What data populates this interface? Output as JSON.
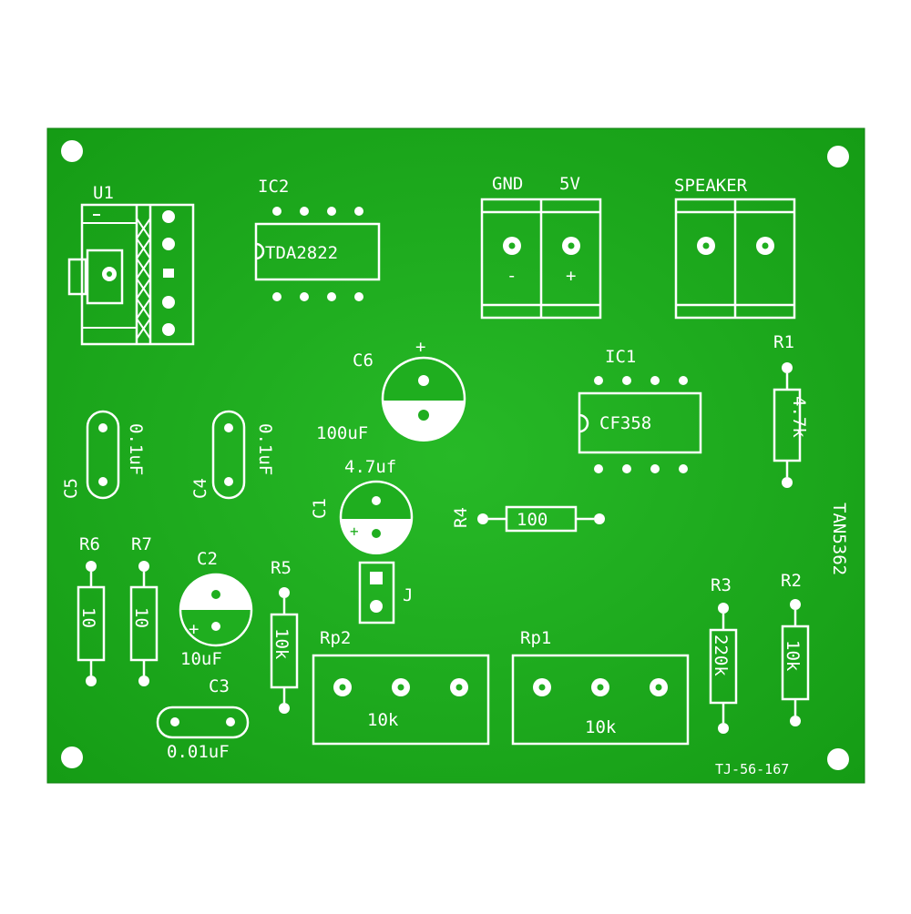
{
  "board": {
    "board_id": "TAN5362",
    "board_code": "TJ-56-167"
  },
  "components": {
    "u1": {
      "ref": "U1"
    },
    "ic2": {
      "ref": "IC2",
      "value": "TDA2822"
    },
    "power": {
      "gnd": "GND",
      "v5": "5V",
      "minus": "-",
      "plus": "+"
    },
    "speaker": {
      "ref": "SPEAKER"
    },
    "c6": {
      "ref": "C6",
      "value": "100uF",
      "polarity": "+"
    },
    "ic1": {
      "ref": "IC1",
      "value": "CF358"
    },
    "r1": {
      "ref": "R1",
      "value": "4.7k"
    },
    "c5": {
      "ref": "C5",
      "value": "0.1uF"
    },
    "c4": {
      "ref": "C4",
      "value": "0.1uF"
    },
    "c1": {
      "ref": "C1",
      "value": "4.7uf",
      "polarity": "+"
    },
    "r4": {
      "ref": "R4",
      "value": "100"
    },
    "j": {
      "ref": "J"
    },
    "r6": {
      "ref": "R6",
      "value": "10"
    },
    "r7": {
      "ref": "R7",
      "value": "10"
    },
    "c2": {
      "ref": "C2",
      "value": "10uF",
      "polarity": "+"
    },
    "r5": {
      "ref": "R5",
      "value": "10k"
    },
    "rp2": {
      "ref": "Rp2",
      "value": "10k"
    },
    "rp1": {
      "ref": "Rp1",
      "value": "10k"
    },
    "r3": {
      "ref": "R3",
      "value": "220k"
    },
    "r2": {
      "ref": "R2",
      "value": "10k"
    },
    "c3": {
      "ref": "C3",
      "value": "0.01uF"
    }
  },
  "colors": {
    "background": "#ffffff",
    "solder_mask": "#1fae1f",
    "silkscreen": "#ffffff"
  }
}
